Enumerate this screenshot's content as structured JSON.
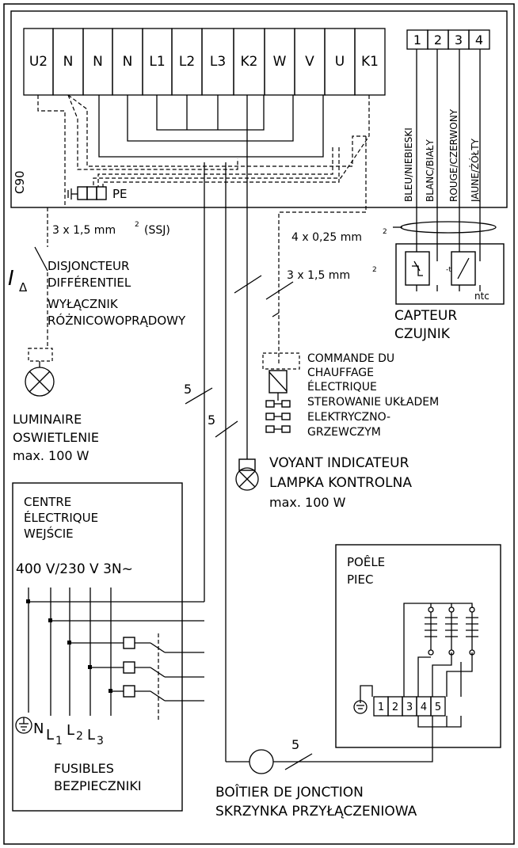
{
  "controller": {
    "model": "C90",
    "terminals": [
      "U2",
      "N",
      "N",
      "N",
      "L1",
      "L2",
      "L3",
      "K2",
      "W",
      "V",
      "U",
      "K1"
    ],
    "sensor_terminals": [
      "1",
      "2",
      "3",
      "4"
    ],
    "pe_label": "PE"
  },
  "wire_colors": [
    "BLEU/NIEBIESKI",
    "BLANC/BIAŁY",
    "ROUGE/CZERWONY",
    "JAUNE/ŻÓŁTY"
  ],
  "cables": {
    "rcd_cable_main": "3 x 1,5 mm",
    "rcd_cable_sup": "2",
    "rcd_cable_type": "(SSJ)",
    "sensor_cable_main": "4 x 0,25 mm",
    "sensor_cable_sup": "2",
    "relay_cable_main": "3 x 1,5 mm",
    "relay_cable_sup": "2",
    "count_a": "5",
    "count_b": "5",
    "count_c": "5"
  },
  "rcd": {
    "symbol_i": "I",
    "symbol_delta": "Δ",
    "line1": "DISJONCTEUR",
    "line2": "DIFFÉRENTIEL",
    "line3": "WYŁĄCZNIK",
    "line4": "RÓŻNICOWOPRĄDOWY"
  },
  "sensor": {
    "line1": "CAPTEUR",
    "line2": "CZUJNIK",
    "ntc_label": "ntc",
    "t_label": "-t"
  },
  "heating_control": {
    "line1": "COMMANDE DU",
    "line2": "CHAUFFAGE",
    "line3": "ÉLECTRIQUE",
    "line4": "STEROWANIE UKŁADEM",
    "line5": "ELEKTRYCZNO-",
    "line6": "GRZEWCZYM"
  },
  "luminaire": {
    "line1": "LUMINAIRE",
    "line2": "OSWIETLENIE",
    "line3": "max. 100 W"
  },
  "indicator": {
    "line1": "VOYANT INDICATEUR",
    "line2": "LAMPKA KONTROLNA",
    "line3": "max. 100 W"
  },
  "panel": {
    "line1": "CENTRE",
    "line2": "ÉLECTRIQUE",
    "line3": "WEJŚCIE",
    "voltage": "400 V/230 V 3N~",
    "fuses1": "FUSIBLES",
    "fuses2": "BEZPIECZNIKI",
    "n_label": "N",
    "l_label": "L",
    "l1_sub": "1",
    "l2_sub": "2",
    "l3_sub": "3"
  },
  "stove": {
    "line1": "POÊLE",
    "line2": "PIEC",
    "terminals": [
      "1",
      "2",
      "3",
      "4",
      "5"
    ]
  },
  "junction": {
    "line1": "BOÎTIER DE JONCTION",
    "line2": "SKRZYNKA PRZYŁĄCZENIOWA"
  }
}
